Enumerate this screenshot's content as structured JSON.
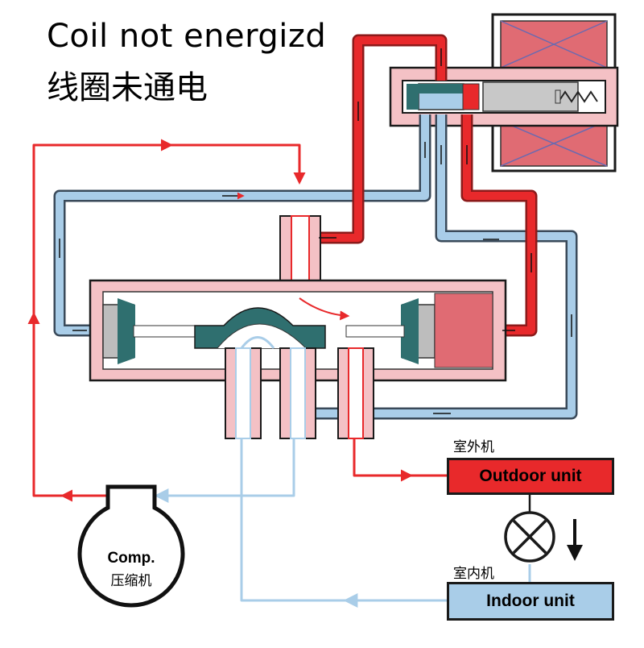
{
  "title": {
    "en": "Coil not energizd",
    "zh": "线圈未通电"
  },
  "outdoor": {
    "caption": "室外机",
    "label": "Outdoor unit"
  },
  "indoor": {
    "caption": "室内机",
    "label": "Indoor unit"
  },
  "compressor": {
    "label": "Comp.",
    "label_zh": "压缩机"
  },
  "colors": {
    "hot_pipe": "#e8292b",
    "hot_outline": "#8c1a1a",
    "cold_pipe": "#a9cde8",
    "cold_outline": "#3a4a5a",
    "valve_body": "#f4c1c5",
    "slide_valve": "#2f6f6f",
    "piston": "#bdbdbd",
    "coil": "#e06b73",
    "outdoor_box": "#e8292b",
    "indoor_box": "#a9cde8"
  },
  "icons": [
    "expansion-valve-icon",
    "flow-direction-arrow-icon"
  ]
}
